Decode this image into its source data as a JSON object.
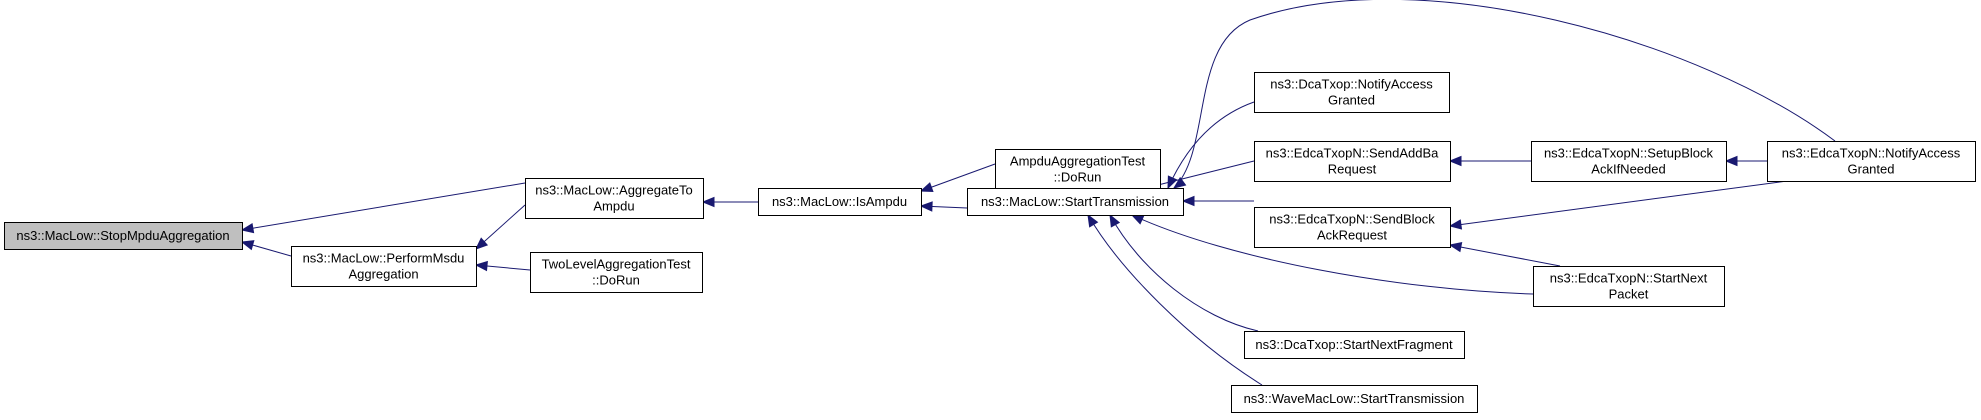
{
  "diagram": {
    "type": "call-graph",
    "colors": {
      "edge": "#191970",
      "root_fill": "#bfbfbf",
      "node_fill": "#ffffff",
      "border": "#000000"
    },
    "nodes": [
      {
        "id": "stop",
        "lines": [
          "ns3::MacLow::StopMpduAggregation"
        ],
        "root": true
      },
      {
        "id": "aggToAmpdu",
        "lines": [
          "ns3::MacLow::AggregateTo",
          "Ampdu"
        ]
      },
      {
        "id": "performMsdu",
        "lines": [
          "ns3::MacLow::PerformMsdu",
          "Aggregation"
        ]
      },
      {
        "id": "twoLevel",
        "lines": [
          "TwoLevelAggregationTest",
          "::DoRun"
        ]
      },
      {
        "id": "isAmpdu",
        "lines": [
          "ns3::MacLow::IsAmpdu"
        ]
      },
      {
        "id": "ampduTest",
        "lines": [
          "AmpduAggregationTest",
          "::DoRun"
        ]
      },
      {
        "id": "startTx",
        "lines": [
          "ns3::MacLow::StartTransmission"
        ]
      },
      {
        "id": "dcaNotify",
        "lines": [
          "ns3::DcaTxop::NotifyAccess",
          "Granted"
        ]
      },
      {
        "id": "sendAddBa",
        "lines": [
          "ns3::EdcaTxopN::SendAddBa",
          "Request"
        ]
      },
      {
        "id": "sendBlockAck",
        "lines": [
          "ns3::EdcaTxopN::SendBlock",
          "AckRequest"
        ]
      },
      {
        "id": "dcaStartNextFrag",
        "lines": [
          "ns3::DcaTxop::StartNextFragment"
        ]
      },
      {
        "id": "waveStartTx",
        "lines": [
          "ns3::WaveMacLow::StartTransmission"
        ]
      },
      {
        "id": "setupBlockAck",
        "lines": [
          "ns3::EdcaTxopN::SetupBlock",
          "AckIfNeeded"
        ]
      },
      {
        "id": "edcaStartNext",
        "lines": [
          "ns3::EdcaTxopN::StartNext",
          "Packet"
        ]
      },
      {
        "id": "edcaNotify",
        "lines": [
          "ns3::EdcaTxopN::NotifyAccess",
          "Granted"
        ]
      }
    ],
    "edges": [
      {
        "from": "aggToAmpdu",
        "to": "stop"
      },
      {
        "from": "performMsdu",
        "to": "stop"
      },
      {
        "from": "aggToAmpdu",
        "to": "performMsdu"
      },
      {
        "from": "twoLevel",
        "to": "performMsdu"
      },
      {
        "from": "isAmpdu",
        "to": "aggToAmpdu"
      },
      {
        "from": "ampduTest",
        "to": "isAmpdu"
      },
      {
        "from": "startTx",
        "to": "isAmpdu"
      },
      {
        "from": "dcaNotify",
        "to": "startTx"
      },
      {
        "from": "sendAddBa",
        "to": "startTx"
      },
      {
        "from": "sendBlockAck",
        "to": "startTx"
      },
      {
        "from": "edcaStartNext",
        "to": "startTx"
      },
      {
        "from": "dcaStartNextFrag",
        "to": "startTx"
      },
      {
        "from": "waveStartTx",
        "to": "startTx"
      },
      {
        "from": "edcaNotify",
        "to": "startTx"
      },
      {
        "from": "setupBlockAck",
        "to": "sendAddBa"
      },
      {
        "from": "edcaNotify",
        "to": "setupBlockAck"
      },
      {
        "from": "edcaNotify",
        "to": "sendBlockAck"
      },
      {
        "from": "edcaStartNext",
        "to": "sendBlockAck"
      }
    ]
  }
}
